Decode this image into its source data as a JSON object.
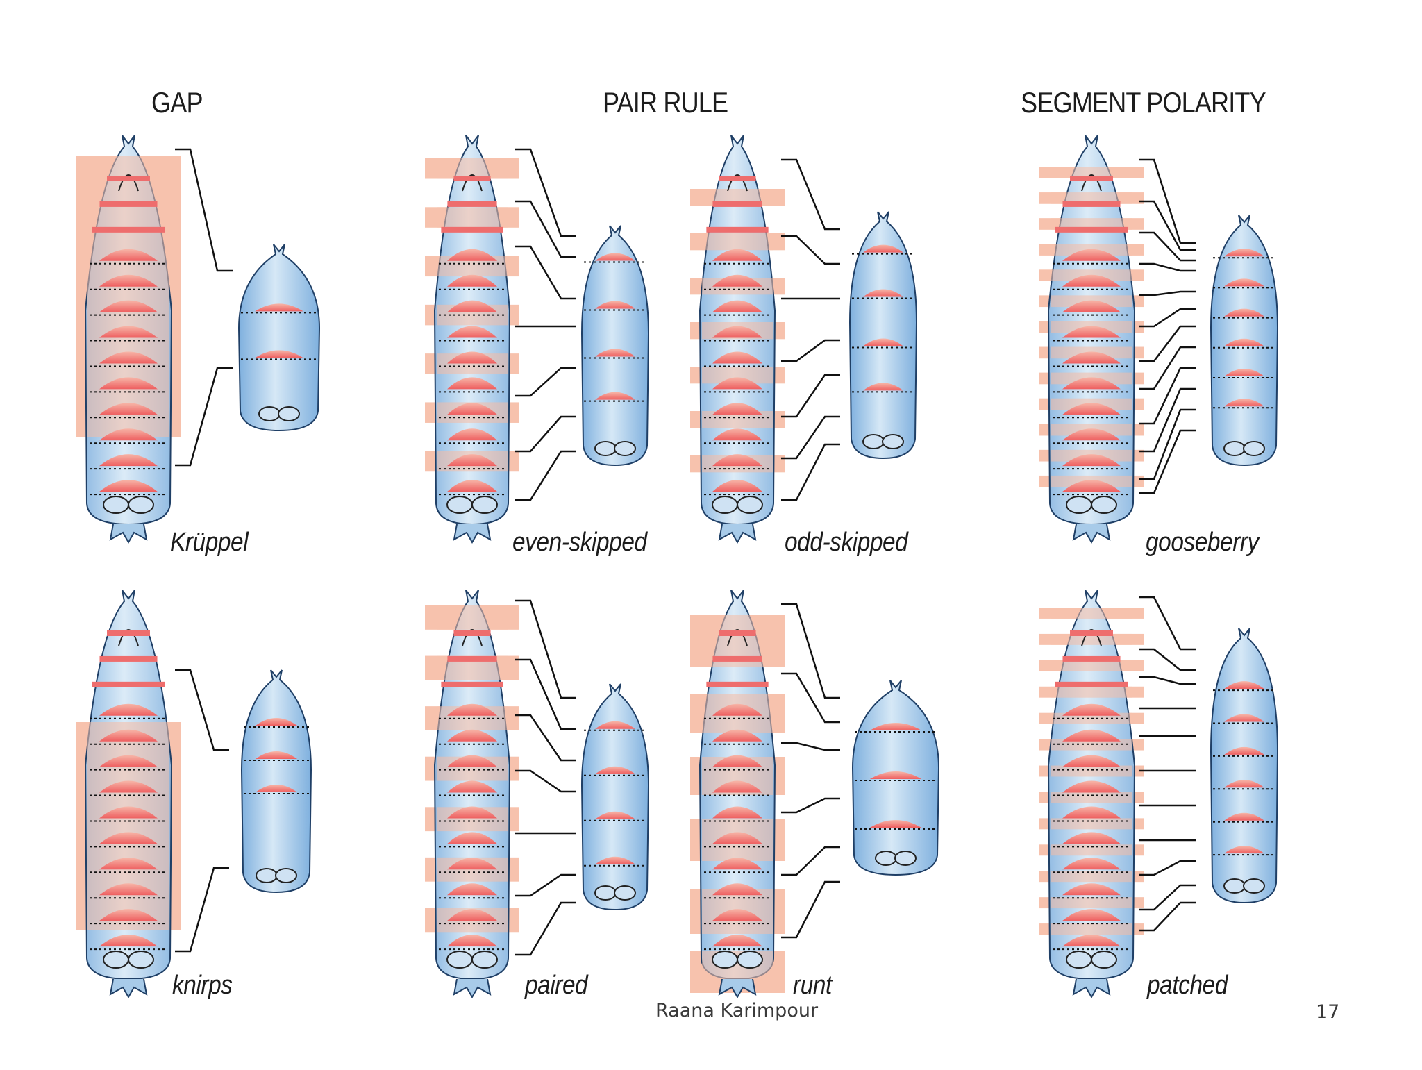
{
  "headers": {
    "gap": "GAP",
    "pair_rule": "PAIR RULE",
    "segment_polarity": "SEGMENT POLARITY"
  },
  "genes": {
    "kruppel": "Krüppel",
    "knirps": "knirps",
    "even_skipped": "even-skipped",
    "paired": "paired",
    "odd_skipped": "odd-skipped",
    "runt": "runt",
    "gooseberry": "gooseberry",
    "patched": "patched"
  },
  "footer": {
    "author": "Raana Karimpour",
    "page": "17"
  },
  "colors": {
    "body": "#a8cbe9",
    "body_edge": "#1f3f66",
    "band": "#f7c2ad",
    "stripe": "#ee6d6d",
    "text": "#1c1c1c"
  }
}
